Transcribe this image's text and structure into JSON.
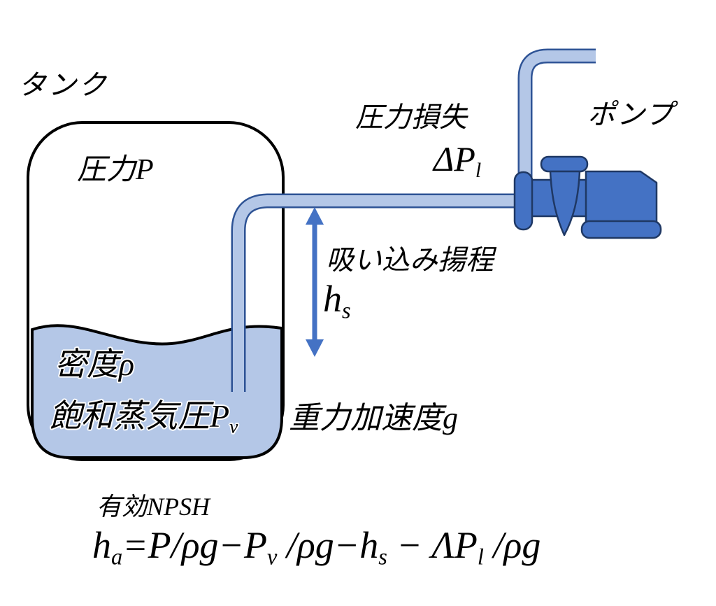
{
  "colors": {
    "background": "#ffffff",
    "pipe_fill": "#b4c7e7",
    "pipe_stroke": "#2e5395",
    "pump_fill": "#4472c4",
    "pump_stroke": "#1f3864",
    "liquid_fill": "#b4c7e7",
    "tank_outline": "#000000",
    "arrow": "#4472c4",
    "text": "#000000"
  },
  "tank": {
    "label": "タンク",
    "pressure_label": "圧力P",
    "density_label": "密度ρ",
    "vapor_pressure_label": "飽和蒸気圧P",
    "vapor_pressure_subscript": "v"
  },
  "pipe": {
    "pressure_loss_label": "圧力損失",
    "pressure_loss_symbol": "ΔP",
    "pressure_loss_subscript": "l"
  },
  "pump": {
    "label": "ポンプ"
  },
  "suction": {
    "label": "吸い込み揚程",
    "symbol": "h",
    "subscript": "s"
  },
  "gravity_label": "重力加速度g",
  "equation": {
    "title": "有効NPSH",
    "segments": {
      "s0": "h",
      "s0_sub": "a",
      "s1": "=P/ρg−P",
      "s1_sub": "v",
      "s2": " /ρg−h",
      "s2_sub": "s",
      "s3": " − ΛP",
      "s3_sub": "l",
      "s4": " /ρg"
    }
  }
}
